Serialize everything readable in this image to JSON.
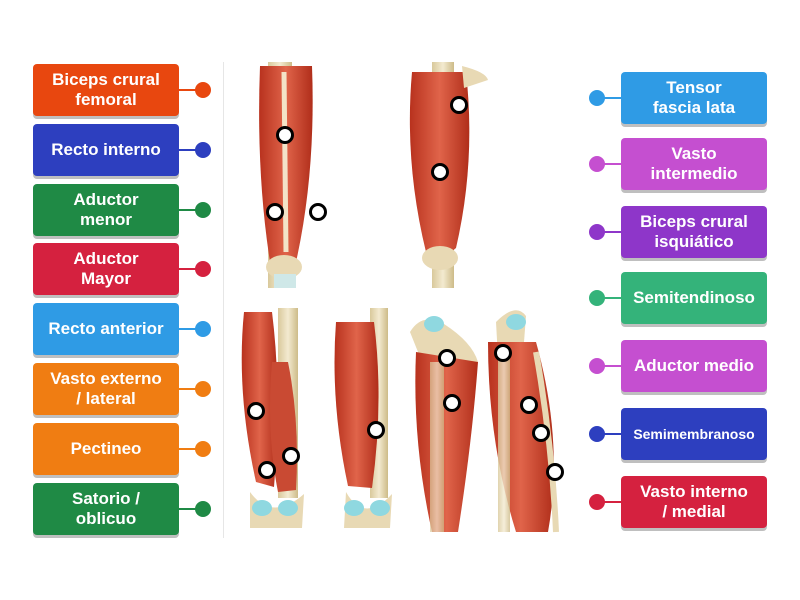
{
  "left_labels": [
    {
      "text": "Biceps crural\nfemoral",
      "color": "#e8470f"
    },
    {
      "text": "Recto interno",
      "color": "#2d3fbf"
    },
    {
      "text": "Aductor\nmenor",
      "color": "#1f8a45"
    },
    {
      "text": "Aductor\nMayor",
      "color": "#d5213f"
    },
    {
      "text": "Recto anterior",
      "color": "#2f9be5"
    },
    {
      "text": "Vasto externo\n/ lateral",
      "color": "#f07d12"
    },
    {
      "text": "Pectineo",
      "color": "#f07d12"
    },
    {
      "text": "Satorio /\noblicuo",
      "color": "#1f8a45"
    }
  ],
  "right_labels": [
    {
      "text": "Tensor\nfascia lata",
      "color": "#2f9be5"
    },
    {
      "text": "Vasto\nintermedio",
      "color": "#c54fd0"
    },
    {
      "text": "Biceps crural\nisquiático",
      "color": "#8e36c9"
    },
    {
      "text": "Semitendinoso",
      "color": "#34b37a"
    },
    {
      "text": "Aductor medio",
      "color": "#c54fd0"
    },
    {
      "text": "Semimembranoso",
      "color": "#2d3fbf"
    },
    {
      "text": "Vasto interno\n/ medial",
      "color": "#d5213f"
    }
  ],
  "image": {
    "alt": "Leg muscle anatomy illustrations"
  }
}
